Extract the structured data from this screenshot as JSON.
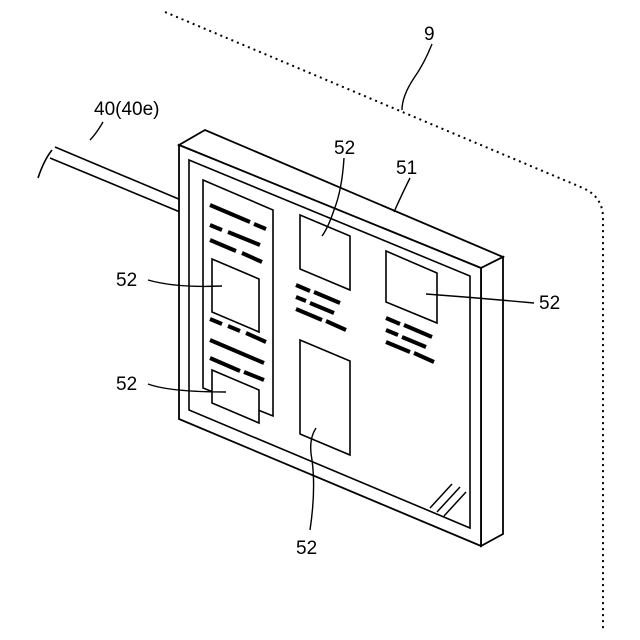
{
  "labels": {
    "enclosure": "9",
    "cable": "40(40e)",
    "display": "51",
    "element_top_center": "52",
    "element_left_upper": "52",
    "element_right": "52",
    "element_left_lower": "52",
    "element_bottom_center": "52"
  },
  "colors": {
    "ink": "#000000",
    "background": "#ffffff"
  }
}
